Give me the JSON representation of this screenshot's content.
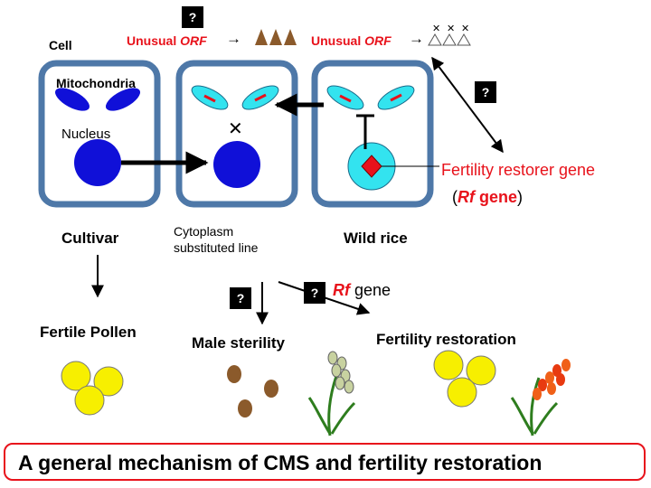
{
  "labels": {
    "cell": "Cell",
    "mitochondria": "Mitochondria",
    "nucleus": "Nucleus",
    "unusual_orf_prefix": "Unusual ",
    "orf": "ORF",
    "arrow_right": "→",
    "question_mark": "?",
    "x_mark": "✕",
    "restorer_gene": "Fertility restorer gene",
    "open_paren": "(",
    "rf": "Rf",
    "gene_word": " gene",
    "close_paren": ")",
    "cultivar": "Cultivar",
    "cytoplasm_line1": "Cytoplasm",
    "cytoplasm_line2": "substituted line",
    "wild_rice": "Wild rice",
    "rf_gene_word": "gene",
    "fertile_pollen": "Fertile Pollen",
    "male_sterility": "Male sterility",
    "fertility_restoration": "Fertility restoration",
    "title": "A general mechanism of CMS and fertility restoration"
  },
  "colors": {
    "cell_border": "#4e78a8",
    "cell_fill": "#ffffff",
    "nucleus_blue": "#1010d8",
    "mito_blue": "#1010d8",
    "mito_cyan": "#33e3ef",
    "orf_mark": "#e8121b",
    "accent_red": "#e8121b",
    "pollen_yellow": "#f7ef00",
    "sterile_pollen": "#8b5a2b",
    "arrow": "#000000"
  },
  "icons": [
    "protein-pile-icon",
    "degraded-protein-icon",
    "rice-panicle-icon",
    "restorer-gene-diamond-icon"
  ]
}
